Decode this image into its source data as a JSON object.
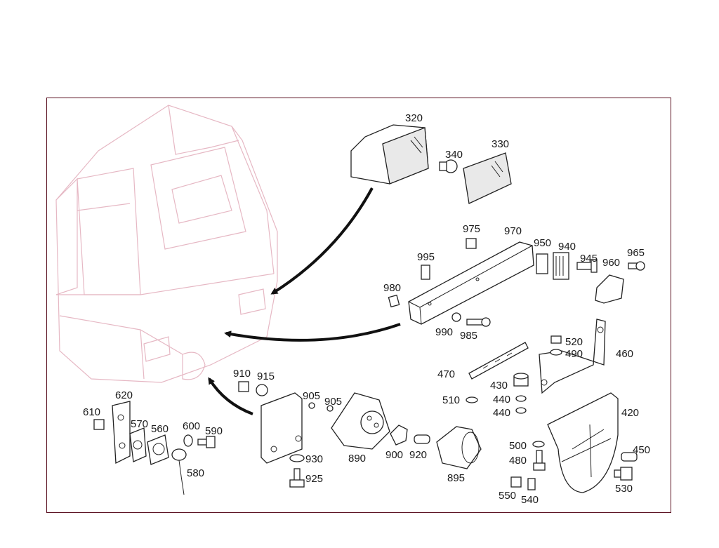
{
  "figure": {
    "kind": "exploded parts diagram",
    "colors": {
      "frame": "#5a1020",
      "ghost_vehicle": "#e6b8c4",
      "parts": "#222222"
    },
    "labels": {
      "p320": "320",
      "p330": "330",
      "p340": "340",
      "p970": "970",
      "p975": "975",
      "p995": "995",
      "p980": "980",
      "p950": "950",
      "p940": "940",
      "p945": "945",
      "p960": "960",
      "p965": "965",
      "p990": "990",
      "p985": "985",
      "p520": "520",
      "p490": "490",
      "p460": "460",
      "p470": "470",
      "p430": "430",
      "p510": "510",
      "p440a": "440",
      "p440b": "440",
      "p420": "420",
      "p500": "500",
      "p480": "480",
      "p450": "450",
      "p530": "530",
      "p550": "550",
      "p540": "540",
      "p910": "910",
      "p915": "915",
      "p905a": "905",
      "p905b": "905",
      "p930": "930",
      "p925": "925",
      "p890": "890",
      "p900": "900",
      "p920": "920",
      "p895": "895",
      "p620": "620",
      "p610": "610",
      "p570": "570",
      "p560": "560",
      "p600": "600",
      "p590": "590",
      "p580": "580"
    }
  }
}
